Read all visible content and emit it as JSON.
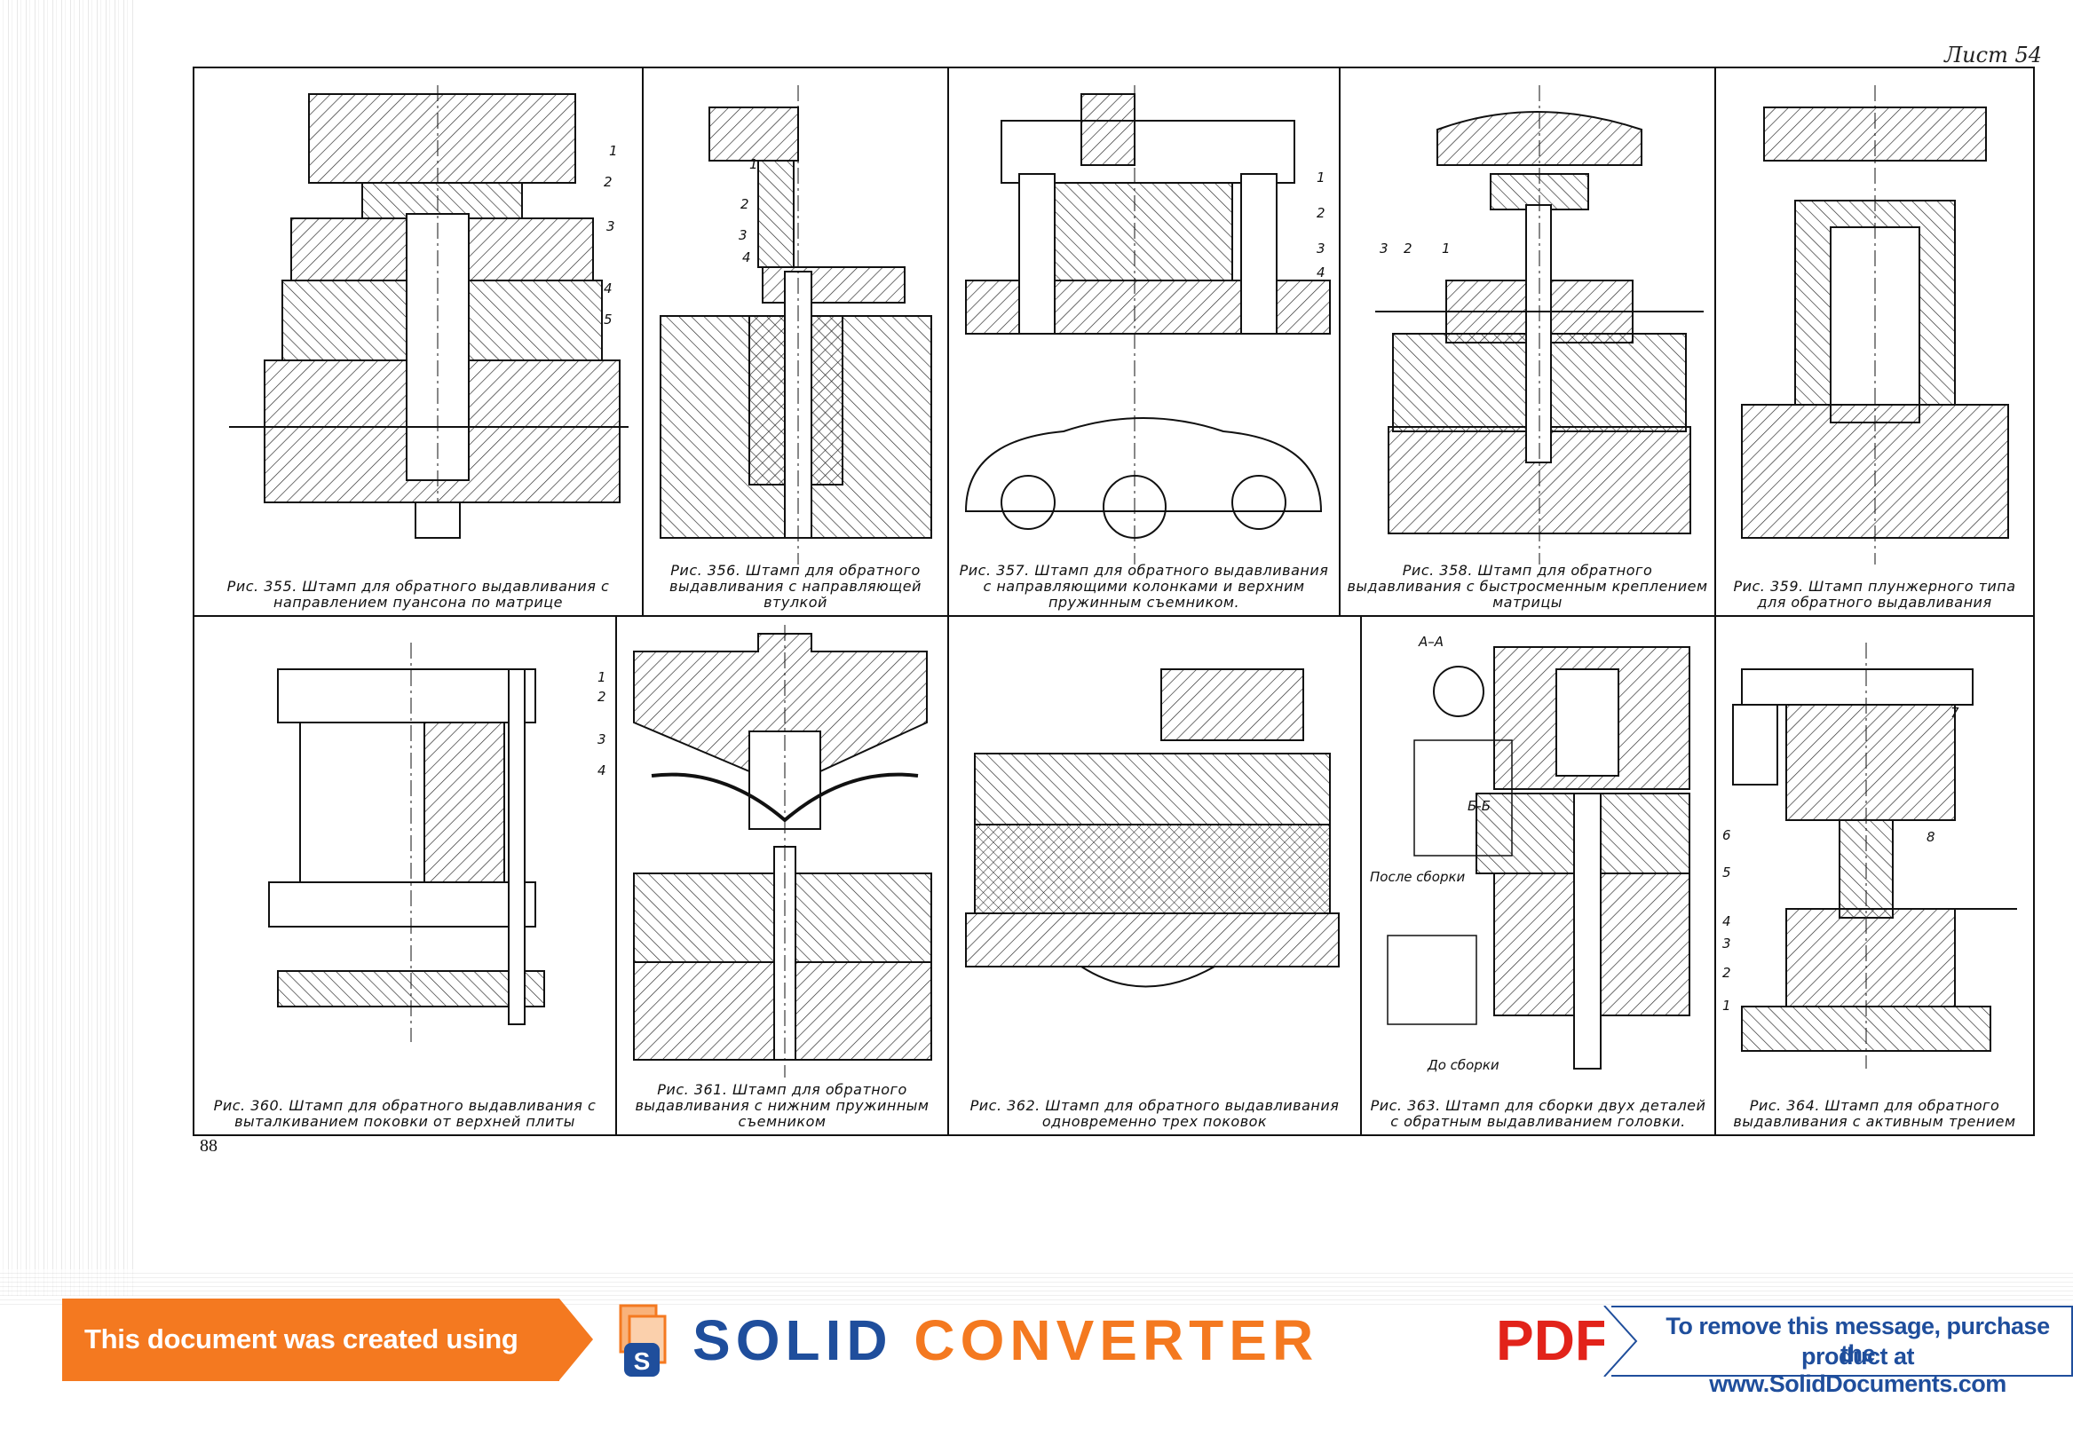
{
  "page": {
    "sheet_label": "Лист 54",
    "page_number": "88"
  },
  "figures": [
    {
      "id": "355",
      "caption": "Рис. 355. Штамп для обратного выдавливания с направлением пуансона по матрице",
      "callouts": [
        "1",
        "2",
        "3",
        "4",
        "5"
      ]
    },
    {
      "id": "356",
      "caption": "Рис. 356. Штамп для обратного выдавливания с направляющей втулкой",
      "callouts": [
        "1",
        "2",
        "3",
        "4"
      ]
    },
    {
      "id": "357",
      "caption": "Рис. 357. Штамп для обратного выдавливания с направляющими колонками и верхним пружинным съемником.",
      "callouts": [
        "1",
        "2",
        "3",
        "4"
      ]
    },
    {
      "id": "358",
      "caption": "Рис. 358. Штамп для обратного выдавливания с быстросменным креплением матрицы",
      "callouts": [
        "3",
        "2",
        "1"
      ]
    },
    {
      "id": "359",
      "caption": "Рис. 359. Штамп плунжерного типа для обратного выдавливания",
      "callouts": []
    },
    {
      "id": "360",
      "caption": "Рис. 360. Штамп для обратного выдавливания с выталкиванием поковки от верхней плиты",
      "callouts": [
        "1",
        "2",
        "3",
        "4"
      ]
    },
    {
      "id": "361",
      "caption": "Рис. 361. Штамп для обратного выдавливания с нижним пружинным съемником",
      "callouts": []
    },
    {
      "id": "362",
      "caption": "Рис. 362. Штамп для обратного выдавливания одновременно трех поковок",
      "callouts": []
    },
    {
      "id": "363",
      "caption": "Рис. 363. Штамп для сборки двух деталей с обратным выдавливанием головки.",
      "callouts": [
        "А–А",
        "После сборки",
        "До сборки",
        "Б-Б"
      ]
    },
    {
      "id": "364",
      "caption": "Рис. 364. Штамп для обратного выдавливания с активным трением",
      "callouts": [
        "7",
        "6",
        "8",
        "5",
        "4",
        "3",
        "2",
        "1"
      ]
    }
  ],
  "banner": {
    "left_text": "This document was created using",
    "brand_solid": "SOLID",
    "brand_converter": "CONVERTER",
    "brand_pdf": "PDF",
    "right_line1": "To remove this message, purchase the",
    "right_line2": "product at www.SolidDocuments.com",
    "colors": {
      "orange": "#f47920",
      "blue": "#1f4e9c",
      "red": "#e2231a"
    }
  }
}
